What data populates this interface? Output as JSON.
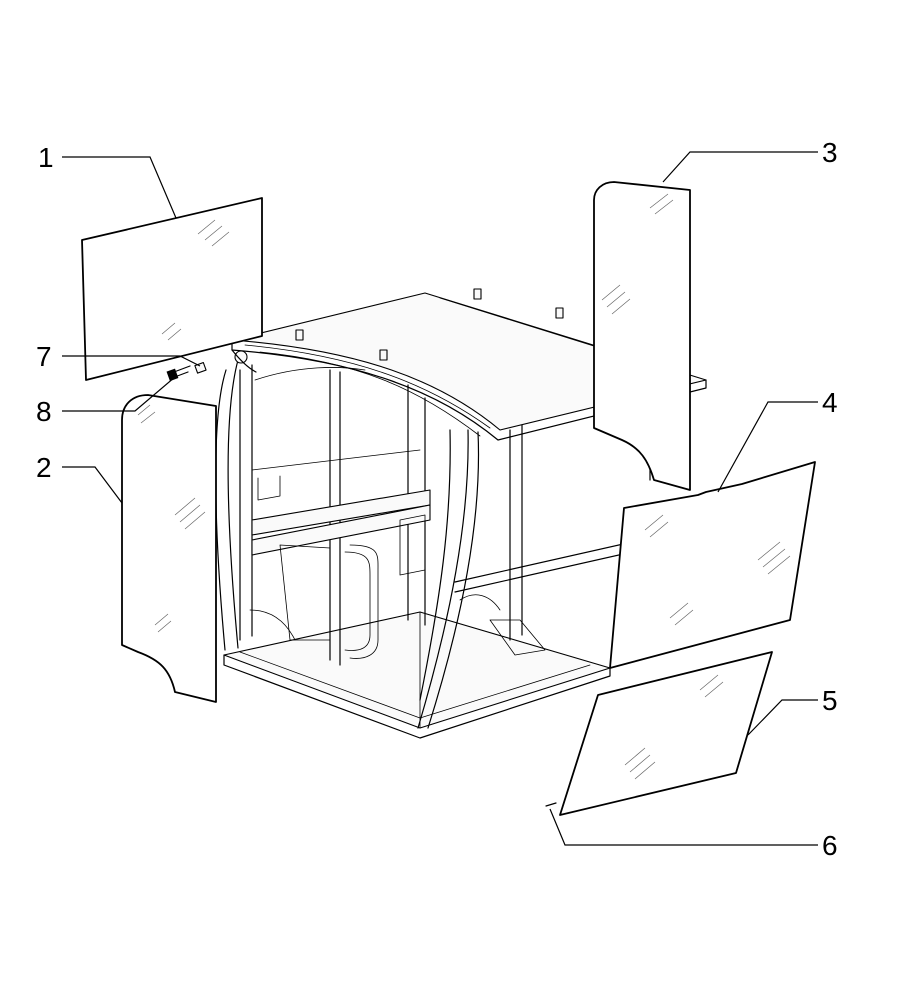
{
  "callouts": [
    {
      "id": 1,
      "label": "1"
    },
    {
      "id": 2,
      "label": "2"
    },
    {
      "id": 3,
      "label": "3"
    },
    {
      "id": 4,
      "label": "4"
    },
    {
      "id": 5,
      "label": "5"
    },
    {
      "id": 6,
      "label": "6"
    },
    {
      "id": 7,
      "label": "7"
    },
    {
      "id": 8,
      "label": "8"
    }
  ]
}
